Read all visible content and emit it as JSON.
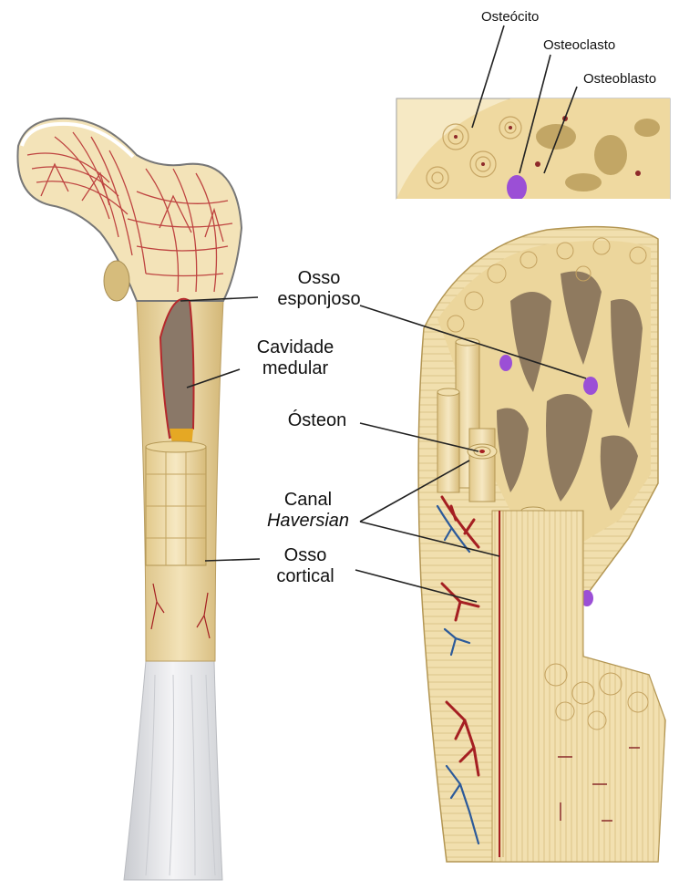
{
  "labels": {
    "osteocito": "Osteócito",
    "osteoclasto": "Osteoclasto",
    "osteoblasto": "Osteoblasto",
    "osso_esponjoso_1": "Osso",
    "osso_esponjoso_2": "esponjoso",
    "cavidade_1": "Cavidade",
    "cavidade_2": "medular",
    "osteon": "Ósteon",
    "canal_1": "Canal",
    "canal_2": "Haversian",
    "osso_cortical_1": "Osso",
    "osso_cortical_2": "cortical"
  },
  "colors": {
    "bone_light": "#f3e3b8",
    "bone_mid": "#e6cf93",
    "bone_dark": "#c9ab6a",
    "spongy_red": "#b5282c",
    "marrow": "#8a7868",
    "vessel_red": "#a51f22",
    "vessel_blue": "#2c5a9a",
    "osteoclast": "#9b4fd6",
    "cartilage": "#ecedef",
    "line": "#222222"
  }
}
